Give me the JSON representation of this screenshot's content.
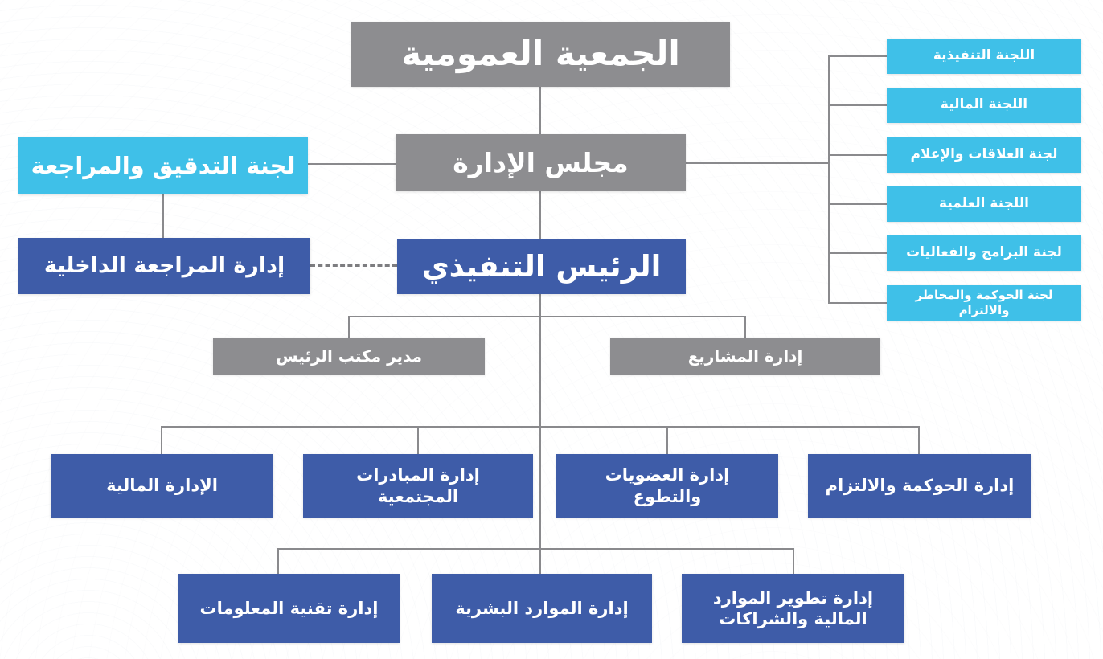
{
  "org_chart": {
    "general_assembly": "الجمعية العمومية",
    "board": "مجلس الإدارة",
    "ceo": "الرئيس التنفيذي",
    "audit_review_committee": "لجنة التدقيق والمراجعة",
    "internal_audit_dept": "إدارة المراجعة الداخلية",
    "board_committees": [
      "اللجنة التنفيذية",
      "اللجنة المالية",
      "لجنة العلاقات والإعلام",
      "اللجنة العلمية",
      "لجنة البرامج والفعاليات",
      "لجنة الحوكمة والمخاطر والالتزام"
    ],
    "ceo_office": [
      "مدير مكتب الرئيس",
      "إدارة المشاريع"
    ],
    "departments_row1": [
      "الإدارة المالية",
      "إدارة المبادرات المجتمعية",
      "إدارة العضويات والتطوع",
      "إدارة الحوكمة والالتزام"
    ],
    "departments_row2": [
      "إدارة تقنية المعلومات",
      "إدارة الموارد البشرية",
      "إدارة تطوير الموارد المالية والشراكات"
    ]
  },
  "colors": {
    "gray_node": "#8d8d90",
    "light_blue_node": "#3fc0e8",
    "dark_blue_node": "#3e5ca8",
    "connector": "#8a8a8d",
    "text": "#ffffff",
    "background": "#ffffff"
  }
}
